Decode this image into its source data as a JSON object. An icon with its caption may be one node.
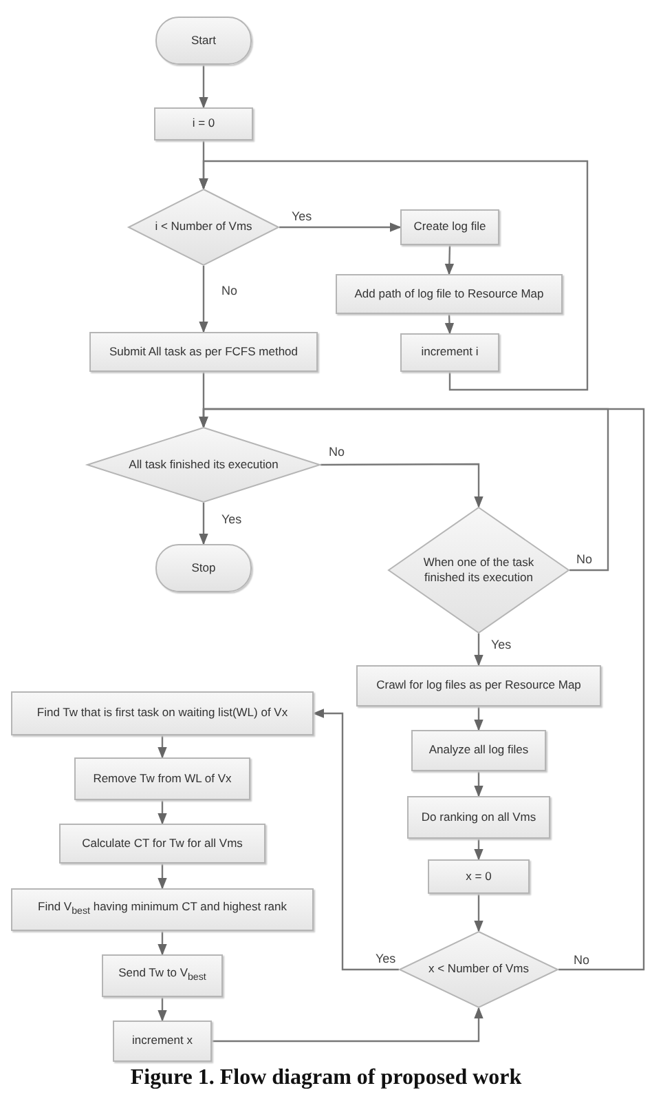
{
  "diagram": {
    "caption": "Figure 1. Flow diagram of proposed work",
    "nodes": [
      {
        "text": [
          "Start"
        ]
      },
      {
        "text": [
          "i = 0"
        ]
      },
      {
        "text": [
          "i < Number of Vms"
        ]
      },
      {
        "text": [
          "Create log file"
        ]
      },
      {
        "text": [
          "Add path of log file to Resource Map"
        ]
      },
      {
        "text": [
          "increment i"
        ]
      },
      {
        "text": [
          "Submit All task as per FCFS method"
        ]
      },
      {
        "text": [
          "All task finished its execution"
        ]
      },
      {
        "text": [
          "Stop"
        ]
      },
      {
        "text": [
          "When one of the task finished its execution"
        ]
      },
      {
        "text": [
          "Crawl for log files as per Resource Map"
        ]
      },
      {
        "text": [
          "Analyze all log files"
        ]
      },
      {
        "text": [
          "Do ranking on all Vms"
        ]
      },
      {
        "text": [
          "x = 0"
        ]
      },
      {
        "text": [
          "x < Number of Vms"
        ]
      },
      {
        "text": [
          "Find Tw that is first task on waiting list(WL) of Vx"
        ]
      },
      {
        "text": [
          "Remove Tw from WL of Vx"
        ]
      },
      {
        "text": [
          "Calculate CT for Tw for all Vms"
        ]
      },
      {
        "text": [
          "Find V$_{best}$ having minimum CT and highest rank"
        ]
      },
      {
        "text": [
          "Send Tw to V$_{best}$"
        ]
      },
      {
        "text": [
          "increment x"
        ]
      }
    ],
    "edges": [
      {
        "from": 0,
        "to": 1,
        "arrow": "to"
      },
      {
        "from": 1,
        "to": 2,
        "arrow": "to"
      },
      {
        "from": 2,
        "to": 3,
        "arrow": "to",
        "label": "Yes"
      },
      {
        "from": 3,
        "to": 4,
        "arrow": "to"
      },
      {
        "from": 4,
        "to": 5,
        "arrow": "to"
      },
      {
        "from": 5,
        "to": 2,
        "arrow": "to"
      },
      {
        "from": 2,
        "to": 6,
        "arrow": "to",
        "label": "No"
      },
      {
        "from": 6,
        "to": 7,
        "arrow": "to"
      },
      {
        "from": 7,
        "to": 8,
        "arrow": "to",
        "label": "Yes"
      },
      {
        "from": 7,
        "to": 9,
        "arrow": "to",
        "label": "No"
      },
      {
        "from": 9,
        "to": 7,
        "arrow": "to",
        "label": "No"
      },
      {
        "from": 9,
        "to": 10,
        "arrow": "to",
        "label": "Yes"
      },
      {
        "from": 10,
        "to": 11,
        "arrow": "to"
      },
      {
        "from": 11,
        "to": 12,
        "arrow": "to"
      },
      {
        "from": 12,
        "to": 13,
        "arrow": "to"
      },
      {
        "from": 13,
        "to": 14,
        "arrow": "to"
      },
      {
        "from": 14,
        "to": 15,
        "arrow": "to",
        "label": "Yes"
      },
      {
        "from": 14,
        "to": 7,
        "arrow": "to",
        "label": "No"
      },
      {
        "from": 15,
        "to": 16,
        "arrow": "to"
      },
      {
        "from": 16,
        "to": 17,
        "arrow": "to"
      },
      {
        "from": 17,
        "to": 18,
        "arrow": "to"
      },
      {
        "from": 18,
        "to": 19,
        "arrow": "to"
      },
      {
        "from": 19,
        "to": 20,
        "arrow": "to"
      },
      {
        "from": 20,
        "to": 14,
        "arrow": "to"
      }
    ]
  }
}
